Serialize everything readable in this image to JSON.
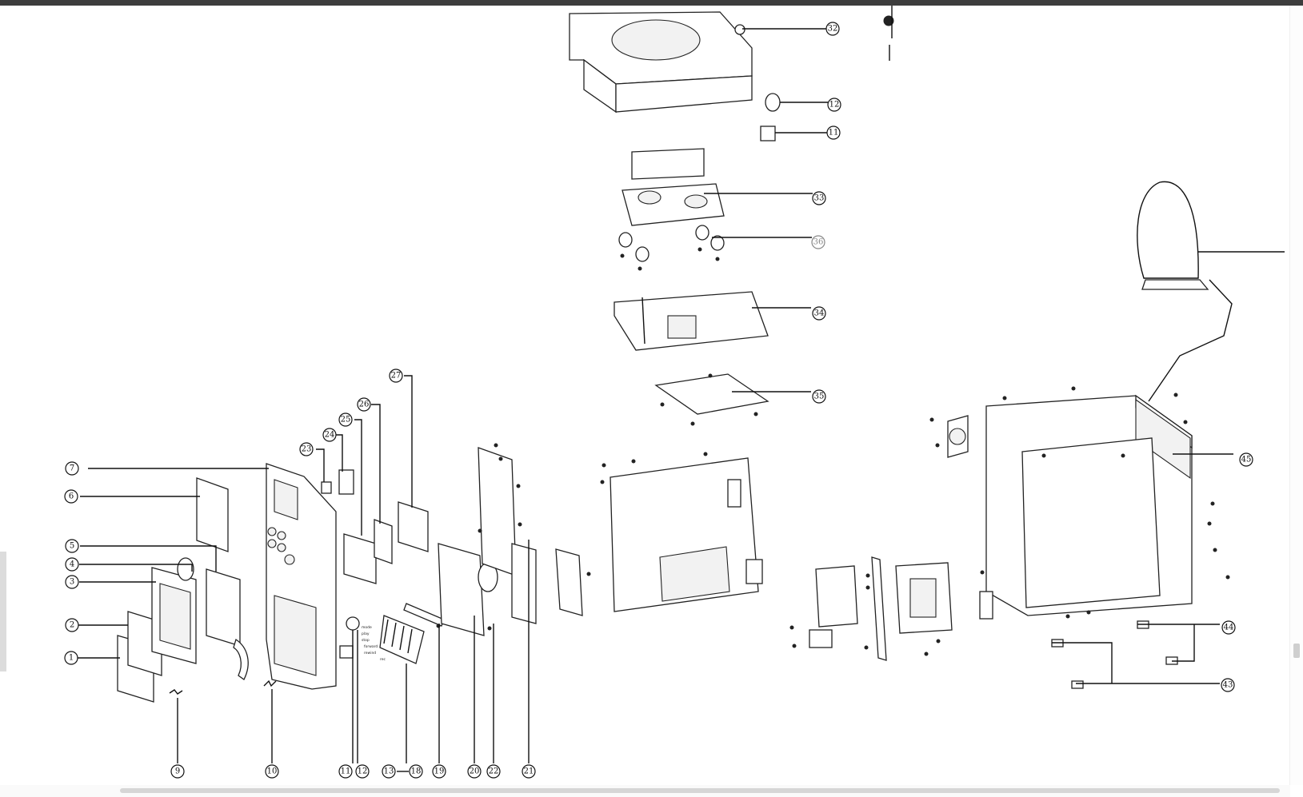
{
  "callouts": {
    "c1": "1",
    "c2": "2",
    "c3": "3",
    "c4": "4",
    "c5": "5",
    "c6": "6",
    "c7": "7",
    "c9": "9",
    "c10": "10",
    "c11a": "11",
    "c12a": "12",
    "c13": "13",
    "c18": "18",
    "c19": "19",
    "c20": "20",
    "c22": "22",
    "c21": "21",
    "c23": "23",
    "c24": "24",
    "c25": "25",
    "c26": "26",
    "c27": "27",
    "c32": "32",
    "c12b": "12",
    "c11b": "11",
    "c33": "33",
    "c36": "36",
    "c34": "34",
    "c35": "35",
    "c45": "45",
    "c44": "44",
    "c43": "43"
  },
  "button_labels": [
    "mode",
    "play",
    "stop",
    "forward",
    "rewind",
    "rec"
  ],
  "colors": {
    "line": "#111111",
    "background": "#ffffff",
    "muted_callout": "#888888"
  }
}
